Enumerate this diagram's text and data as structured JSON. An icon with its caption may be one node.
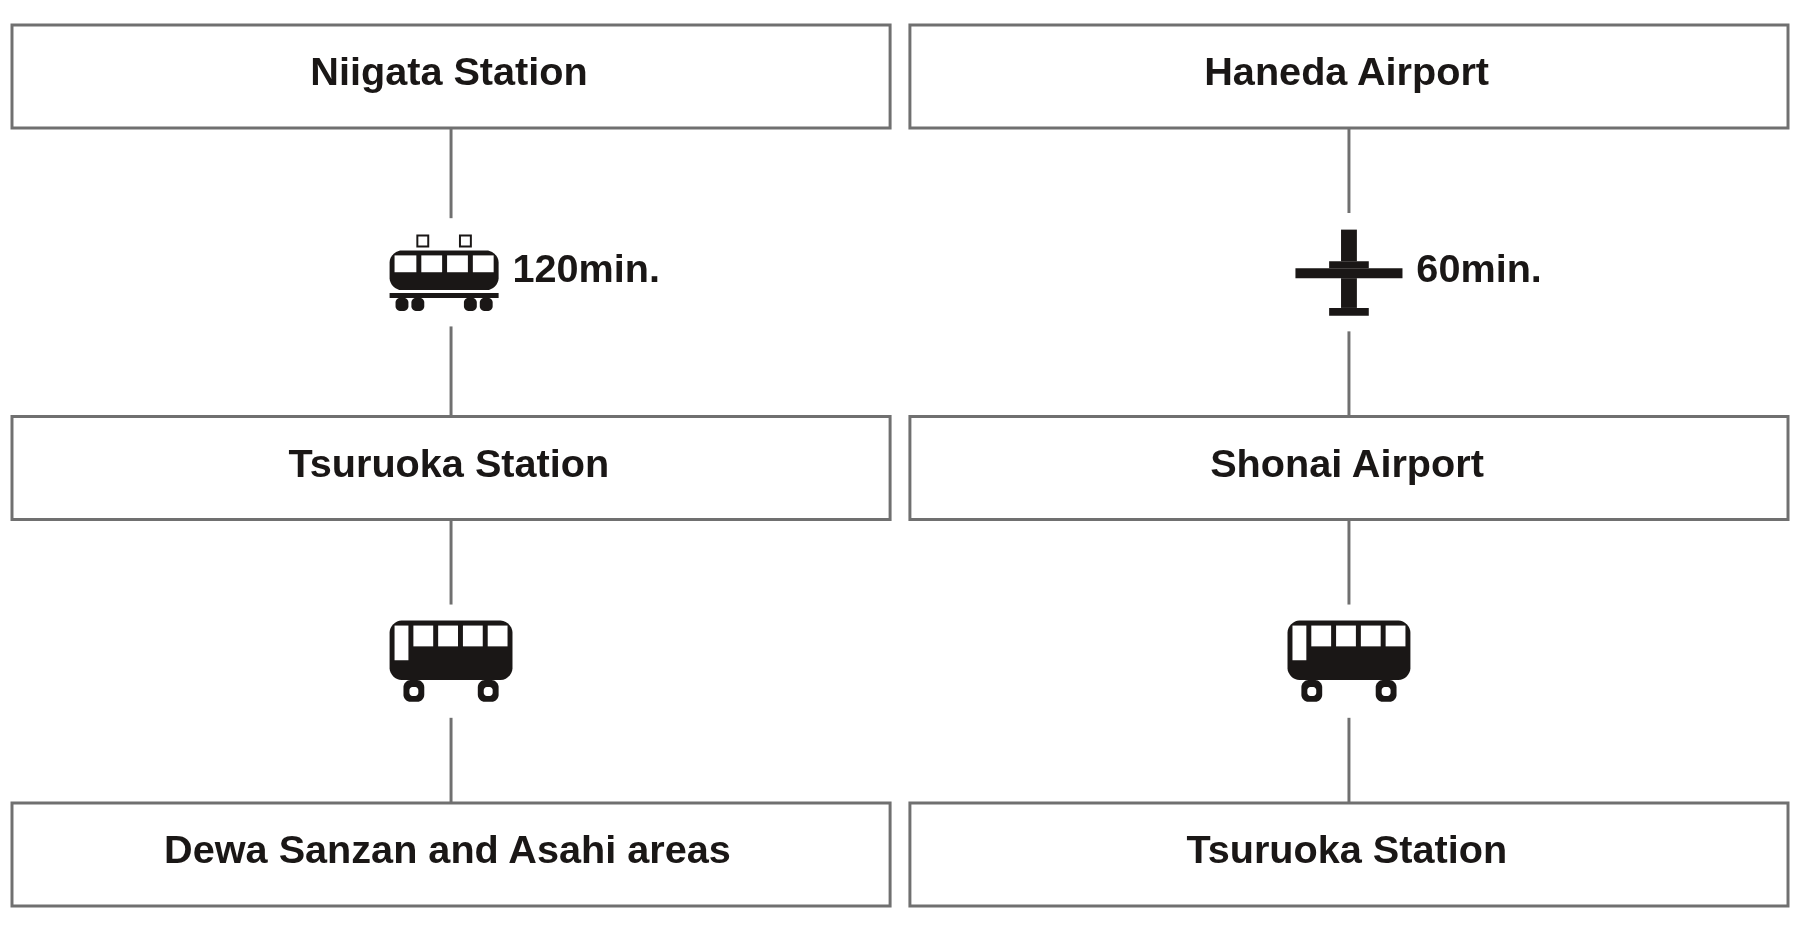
{
  "diagram": {
    "nodes": [
      {
        "text": [
          "Niigata Station"
        ]
      },
      {
        "text": [],
        "shape": "picture",
        "beside": [
          "120min."
        ]
      },
      {
        "text": [
          "Tsuruoka Station"
        ]
      },
      {
        "text": [],
        "shape": "picture"
      },
      {
        "text": [
          "Dewa Sanzan and Asahi areas"
        ]
      },
      {
        "text": [
          "Haneda Airport"
        ]
      },
      {
        "text": [],
        "shape": "picture",
        "beside": [
          "60min."
        ]
      },
      {
        "text": [
          "Shonai Airport"
        ]
      },
      {
        "text": [],
        "shape": "picture"
      },
      {
        "text": [
          "Tsuruoka Station"
        ]
      }
    ],
    "edges": [
      {
        "from": 0,
        "to": 1,
        "arrow": "none"
      },
      {
        "from": 1,
        "to": 2,
        "arrow": "none"
      },
      {
        "from": 2,
        "to": 3,
        "arrow": "none"
      },
      {
        "from": 3,
        "to": 4,
        "arrow": "none"
      },
      {
        "from": 5,
        "to": 6,
        "arrow": "none"
      },
      {
        "from": 6,
        "to": 7,
        "arrow": "none"
      },
      {
        "from": 7,
        "to": 8,
        "arrow": "none"
      },
      {
        "from": 8,
        "to": 9,
        "arrow": "none"
      }
    ]
  }
}
